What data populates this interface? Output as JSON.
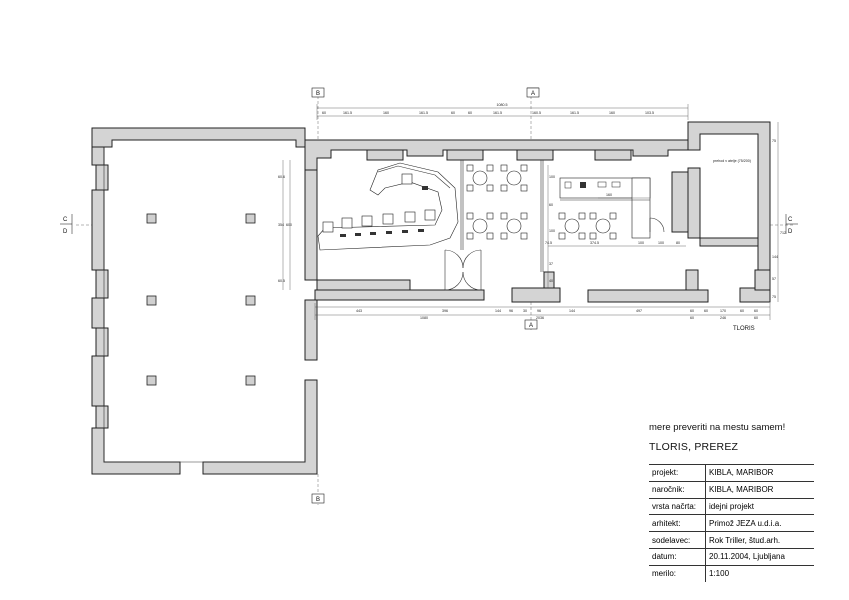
{
  "markers": {
    "section_a": "A",
    "section_b": "B",
    "section_c": "C",
    "section_d": "D"
  },
  "labels": {
    "plan_name": "TLORIS",
    "room_note": "prehod v atelje (75/200)",
    "overall_dim": "1080.5"
  },
  "dims_top": [
    "60",
    "161.5",
    "160",
    "161.5",
    "60",
    "60",
    "161.5",
    "160.5",
    "161.5",
    "160",
    "103.5"
  ],
  "dims_bottom": [
    "443",
    "396",
    "144",
    "96",
    "30",
    "96",
    "144",
    "497",
    "60",
    "60",
    "170",
    "60",
    "60"
  ],
  "dims_bottom2": [
    "1080",
    "2036",
    "60",
    "246",
    "60"
  ],
  "dims_inner": [
    "160",
    "374.5",
    "100",
    "100",
    "80",
    "74.5",
    "100",
    "60",
    "37",
    "100",
    "40"
  ],
  "dims_left": [
    "354",
    "600",
    "60.5",
    "60.6"
  ],
  "dims_right": [
    "75",
    "712",
    "144",
    "57",
    "75"
  ],
  "note": "mere preveriti na mestu samem!",
  "title": "TLORIS, PREREZ",
  "title_block": [
    {
      "key": "projekt:",
      "value": "KIBLA, MARIBOR"
    },
    {
      "key": "naročnik:",
      "value": "KIBLA, MARIBOR"
    },
    {
      "key": "vrsta načrta:",
      "value": "idejni projekt"
    },
    {
      "key": "arhitekt:",
      "value": "Primož JEZA u.d.i.a."
    },
    {
      "key": "sodelavec:",
      "value": "Rok Triller, štud.arh."
    },
    {
      "key": "datum:",
      "value": "20.11.2004, Ljubljana"
    },
    {
      "key": "merilo:",
      "value": "1:100"
    }
  ]
}
